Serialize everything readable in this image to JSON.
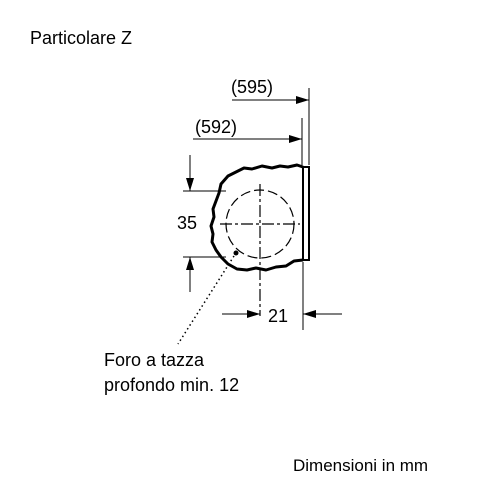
{
  "title": "Particolare Z",
  "dimensions": {
    "outer_width": "(595)",
    "inner_width": "(592)",
    "height": "35",
    "depth": "21"
  },
  "note": {
    "line1": "Foro a tazza",
    "line2": "profondo min. 12"
  },
  "units": "Dimensioni in mm"
}
